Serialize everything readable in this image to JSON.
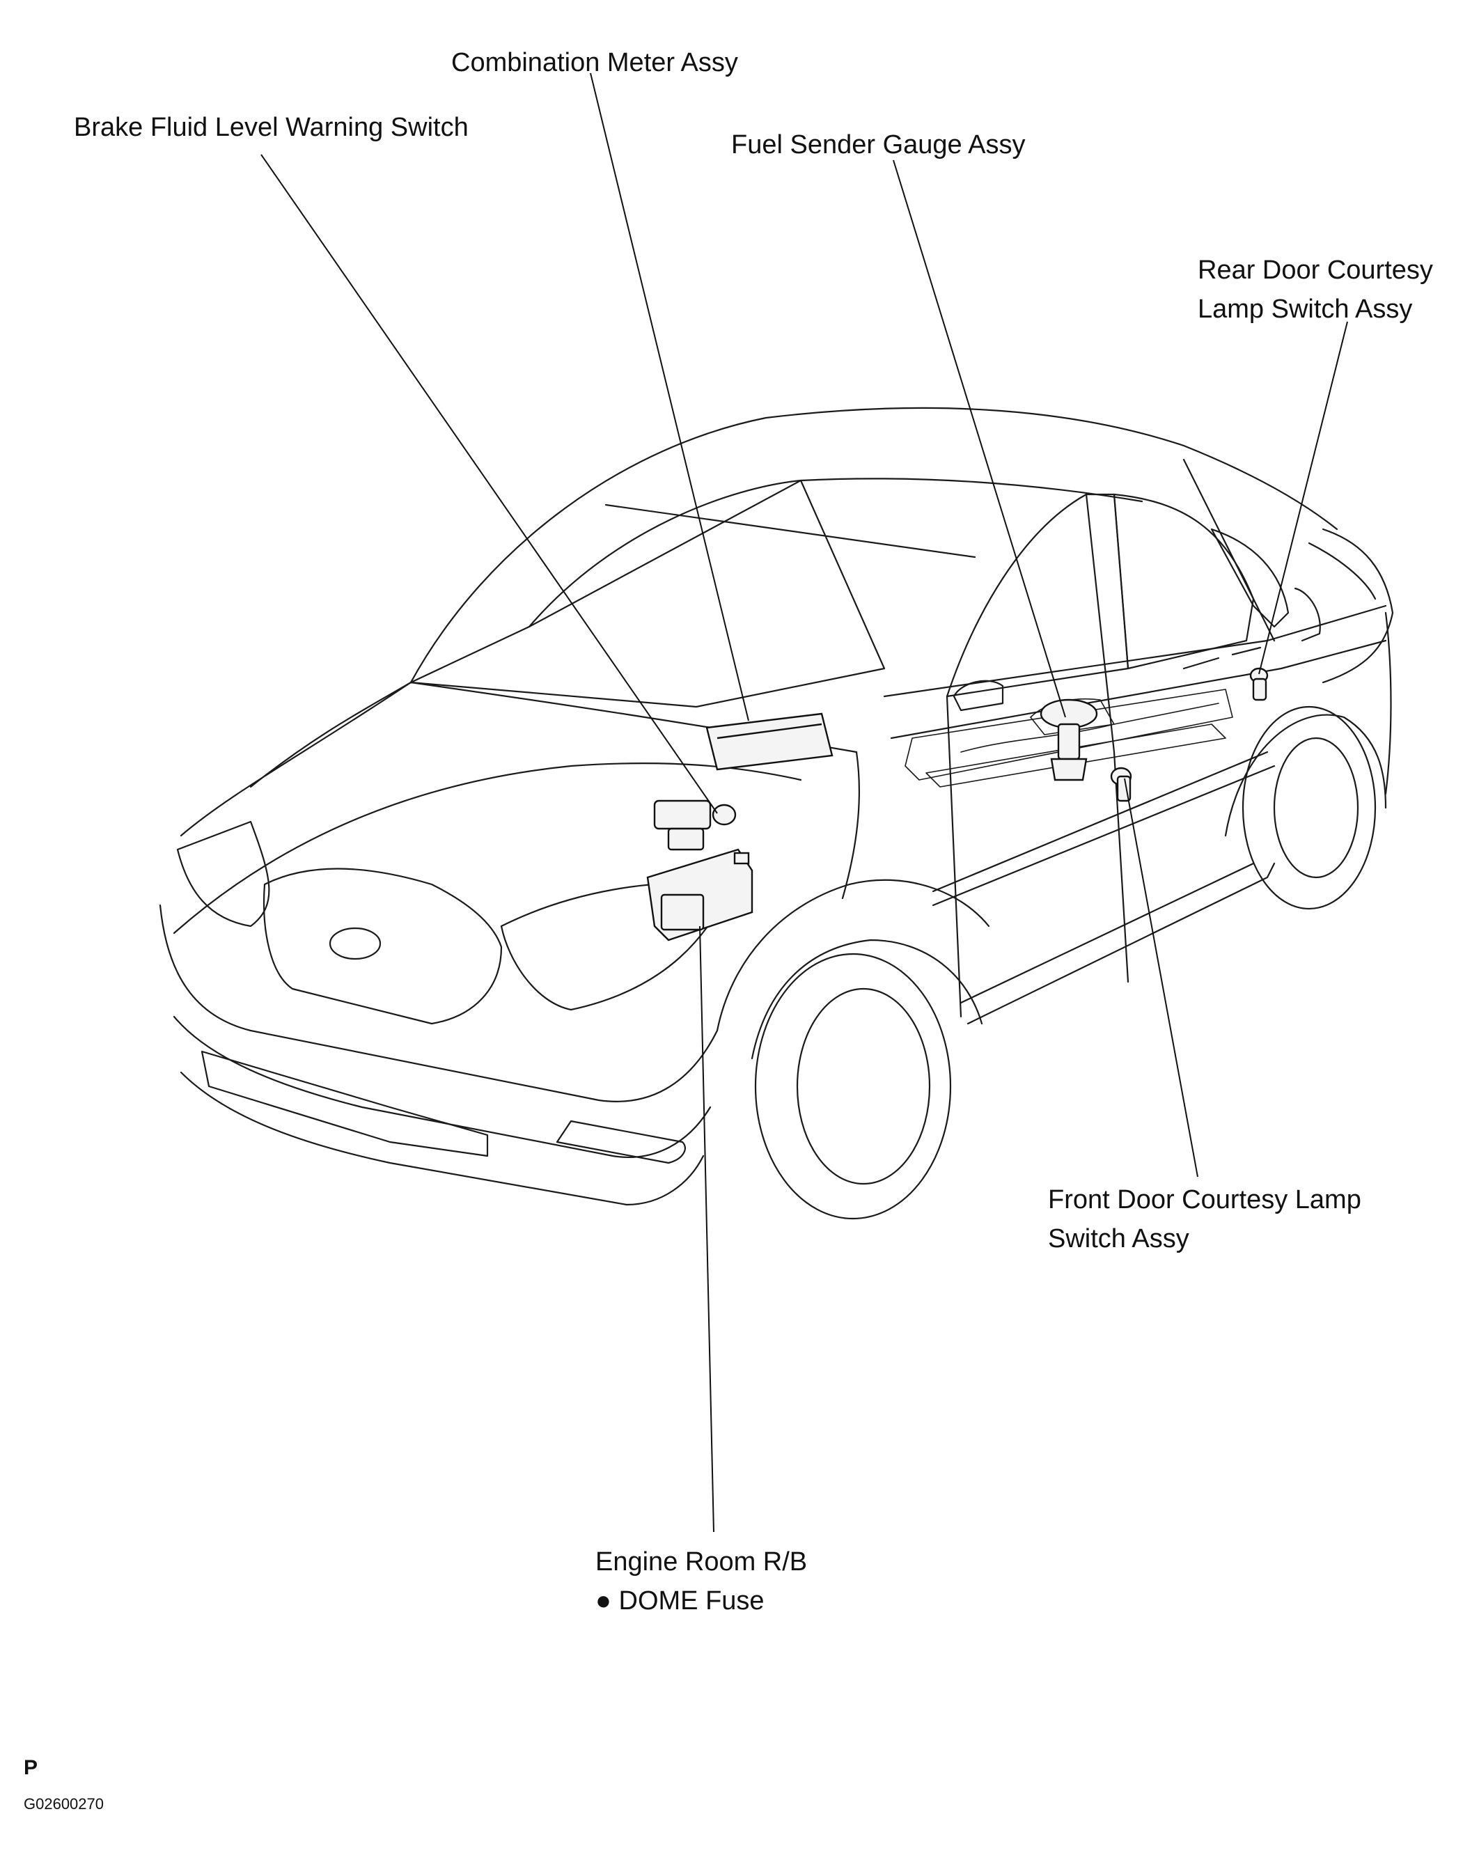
{
  "labels": {
    "combination_meter": "Combination Meter Assy",
    "brake_fluid": "Brake Fluid Level Warning Switch",
    "fuel_sender": "Fuel Sender Gauge Assy",
    "rear_door_line1": "Rear Door Courtesy",
    "rear_door_line2": "Lamp Switch Assy",
    "front_door_line1": "Front  Door  Courtesy  Lamp",
    "front_door_line2": "Switch Assy",
    "engine_room_line1": "Engine Room R/B",
    "engine_room_line2": "● DOME Fuse"
  },
  "footer": {
    "page_mark": "P",
    "figure_code": "G02600270"
  }
}
